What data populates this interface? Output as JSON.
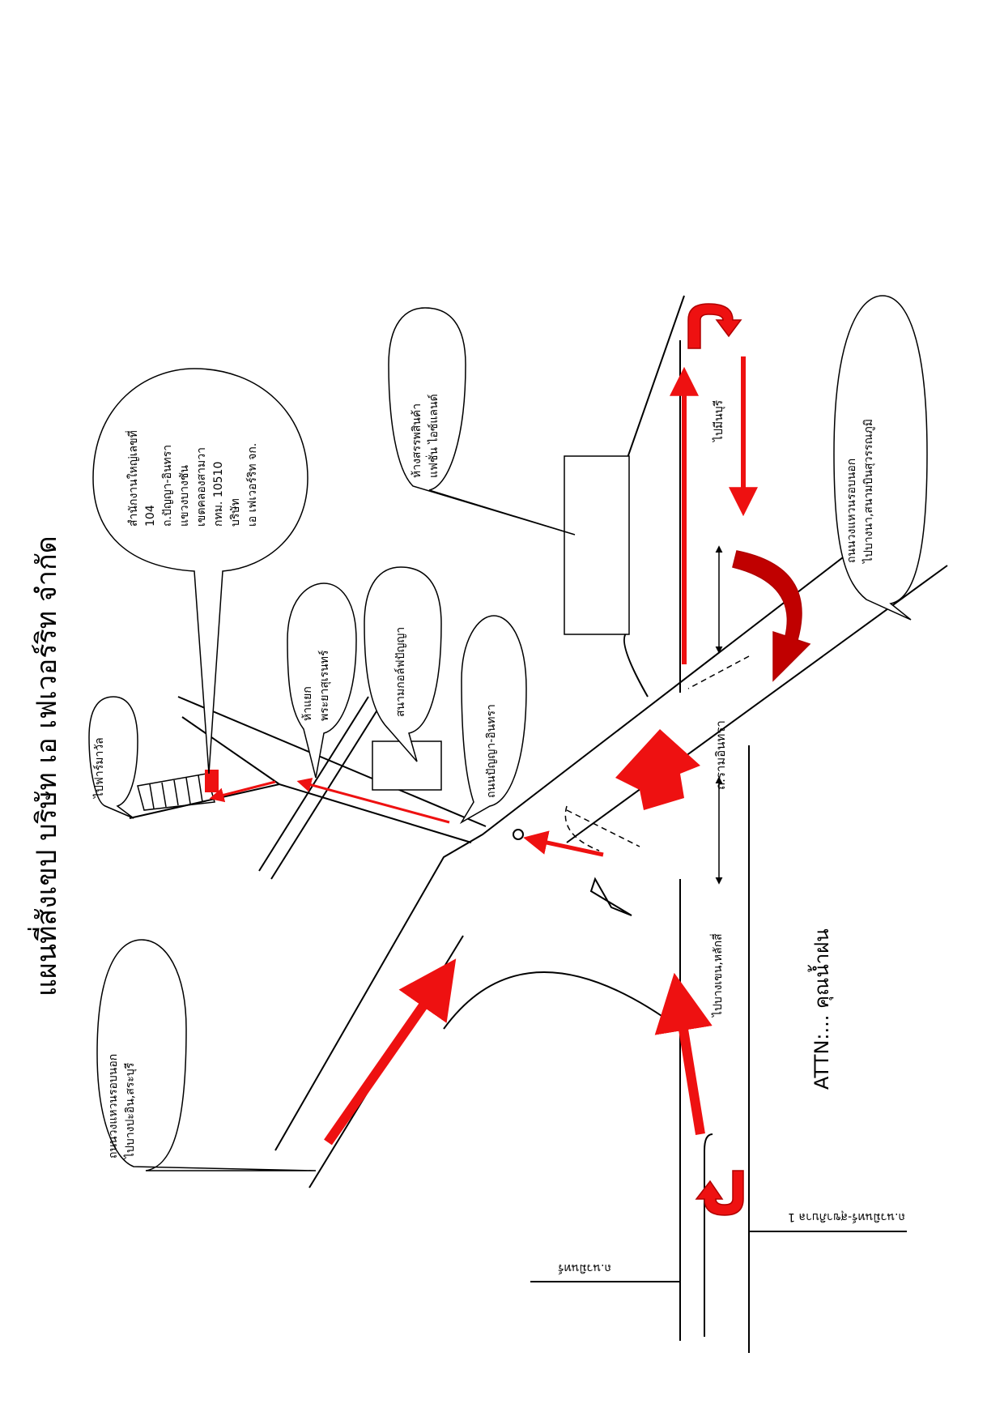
{
  "title": "แผนที่สังเขป บริษัท เอ เฟเวอร์ริท  จำกัด",
  "attn": "ATTN:... คุณน้ำฝน",
  "labels": {
    "office": [
      "สำนักงานใหญ่เลขที่",
      "104",
      "ถ.ปัญญา-อินทรา",
      "แขวงบางชัน",
      "เขตคลองสามวา",
      "กทม. 10510",
      "บริษัท",
      "เอ เฟเวอร์ริท จก."
    ],
    "to_pharmacy": "ไปฟาร์มาวัล",
    "intersection": [
      "ห้าแยก",
      "พระยาสุเรนทร์"
    ],
    "golf": "สนามกอล์ฟปัญญา",
    "panya_road": "ถนนปัญญา-อินทรา",
    "fashion_mall": [
      "ห้างสรรพสินค้า",
      "แฟชั่น ไอซ์แลนด์"
    ],
    "ring_road_airport": [
      "ถนนวงแหวนรอบนอก",
      "ไปบางนา,สนามบินสุวรรณภูมิ"
    ],
    "to_minburi": "ไปมีนบุรี",
    "ramintra": "ถ.รามอินทรา",
    "ring_road_saraburi": [
      "ถนนวงแหวนรอบนอก",
      "ไปบางปะอิน,สระบุรี"
    ],
    "to_bangkhen": "ไปบางเขน,หลักสี่",
    "road_a": "ถ.นวมินทร์-สุขาภิบาล 1",
    "road_b": "ถ.นวมินทร์"
  },
  "colors": {
    "route": "#ee1111",
    "turn_dark": "#b00000",
    "line": "#000000"
  }
}
